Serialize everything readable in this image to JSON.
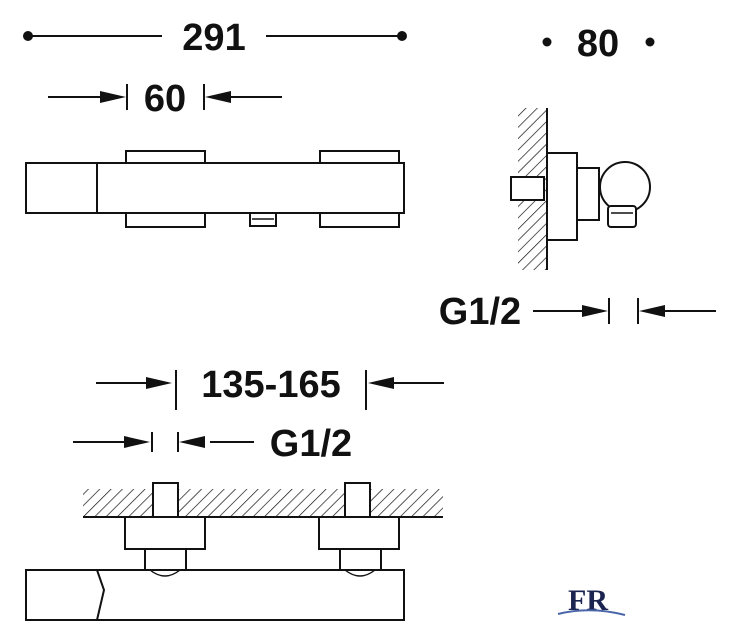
{
  "dimensions": {
    "overall_length": "291",
    "depth": "80",
    "handle_width": "60",
    "connection_top": "G1/2",
    "center_distance": "135-165",
    "connection_bottom": "G1/2"
  },
  "logo": {
    "text": "FR",
    "colors": {
      "letters": "#1c2450",
      "swoosh": "#4a66a8"
    }
  },
  "colors": {
    "line": "#111111",
    "background": "#ffffff"
  }
}
